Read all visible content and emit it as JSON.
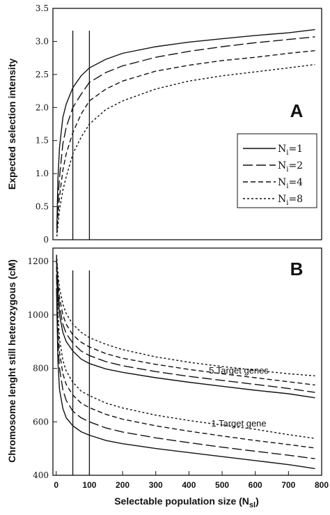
{
  "chart_data": [
    {
      "type": "line",
      "panel_label": "A",
      "ylabel": "Expected selection intensity",
      "ylim": [
        0,
        3.5
      ],
      "yticks": [
        "0",
        "0.5",
        "1.0",
        "1.5",
        "2.0",
        "2.5",
        "3.0",
        "3.5"
      ],
      "xlim": [
        -10,
        800
      ],
      "vertical_lines_x": [
        50,
        100
      ],
      "legend": {
        "placement": "right",
        "entries": [
          {
            "label_main": "N",
            "label_sub": "i",
            "label_rest": "=1",
            "dash": "solid"
          },
          {
            "label_main": "N",
            "label_sub": "i",
            "label_rest": "=2",
            "dash": "long-dash"
          },
          {
            "label_main": "N",
            "label_sub": "i",
            "label_rest": "=4",
            "dash": "medium-dash"
          },
          {
            "label_main": "N",
            "label_sub": "i",
            "label_rest": "=8",
            "dash": "short-dash"
          }
        ]
      },
      "series": [
        {
          "name": "Ni=1",
          "dash": "solid",
          "points": [
            [
              2,
              0.2
            ],
            [
              5,
              0.9
            ],
            [
              10,
              1.4
            ],
            [
              20,
              1.85
            ],
            [
              30,
              2.05
            ],
            [
              50,
              2.3
            ],
            [
              75,
              2.48
            ],
            [
              100,
              2.6
            ],
            [
              150,
              2.73
            ],
            [
              200,
              2.82
            ],
            [
              300,
              2.92
            ],
            [
              400,
              2.99
            ],
            [
              500,
              3.04
            ],
            [
              600,
              3.09
            ],
            [
              700,
              3.13
            ],
            [
              780,
              3.18
            ]
          ]
        },
        {
          "name": "Ni=2",
          "dash": "long-dash",
          "points": [
            [
              2,
              0.15
            ],
            [
              5,
              0.55
            ],
            [
              10,
              0.95
            ],
            [
              20,
              1.45
            ],
            [
              30,
              1.7
            ],
            [
              50,
              2.0
            ],
            [
              75,
              2.2
            ],
            [
              100,
              2.38
            ],
            [
              150,
              2.53
            ],
            [
              200,
              2.63
            ],
            [
              300,
              2.76
            ],
            [
              400,
              2.85
            ],
            [
              500,
              2.92
            ],
            [
              600,
              2.98
            ],
            [
              700,
              3.03
            ],
            [
              780,
              3.07
            ]
          ]
        },
        {
          "name": "Ni=4",
          "dash": "medium-dash",
          "points": [
            [
              2,
              0.1
            ],
            [
              5,
              0.35
            ],
            [
              10,
              0.65
            ],
            [
              20,
              1.05
            ],
            [
              30,
              1.3
            ],
            [
              50,
              1.62
            ],
            [
              75,
              1.9
            ],
            [
              100,
              2.1
            ],
            [
              150,
              2.28
            ],
            [
              200,
              2.4
            ],
            [
              300,
              2.55
            ],
            [
              400,
              2.64
            ],
            [
              500,
              2.71
            ],
            [
              600,
              2.76
            ],
            [
              700,
              2.82
            ],
            [
              780,
              2.86
            ]
          ]
        },
        {
          "name": "Ni=8",
          "dash": "short-dash",
          "points": [
            [
              2,
              0.05
            ],
            [
              5,
              0.2
            ],
            [
              10,
              0.45
            ],
            [
              20,
              0.75
            ],
            [
              30,
              0.95
            ],
            [
              50,
              1.3
            ],
            [
              75,
              1.55
            ],
            [
              100,
              1.75
            ],
            [
              150,
              1.97
            ],
            [
              200,
              2.1
            ],
            [
              300,
              2.28
            ],
            [
              400,
              2.4
            ],
            [
              500,
              2.48
            ],
            [
              600,
              2.54
            ],
            [
              700,
              2.6
            ],
            [
              780,
              2.65
            ]
          ]
        }
      ]
    },
    {
      "type": "line",
      "panel_label": "B",
      "ylabel": "Chromosome lenght still heterozygous  (cM)",
      "xlabel_main": "Selectable population size (N",
      "xlabel_sub": "sl",
      "xlabel_end": ")",
      "ylim": [
        400,
        1250
      ],
      "yticks": [
        "400",
        "600",
        "800",
        "1000",
        "1200"
      ],
      "xlim": [
        -10,
        800
      ],
      "xticks": [
        "0",
        "100",
        "200",
        "300",
        "400",
        "500",
        "600",
        "700",
        "800"
      ],
      "vertical_lines_x": [
        50,
        100
      ],
      "annotations": [
        "5 Target genes",
        "1 Target gene"
      ],
      "series": [
        {
          "name": "Ni=1, 5 Target genes",
          "dash": "solid",
          "points": [
            [
              1,
              1210
            ],
            [
              5,
              1080
            ],
            [
              10,
              1000
            ],
            [
              20,
              935
            ],
            [
              30,
              900
            ],
            [
              50,
              865
            ],
            [
              75,
              835
            ],
            [
              100,
              818
            ],
            [
              150,
              798
            ],
            [
              200,
              785
            ],
            [
              300,
              765
            ],
            [
              400,
              748
            ],
            [
              500,
              733
            ],
            [
              600,
              718
            ],
            [
              700,
              705
            ],
            [
              780,
              690
            ]
          ]
        },
        {
          "name": "Ni=2, 5 Target genes",
          "dash": "long-dash",
          "points": [
            [
              1,
              1215
            ],
            [
              5,
              1100
            ],
            [
              10,
              1030
            ],
            [
              20,
              965
            ],
            [
              30,
              930
            ],
            [
              50,
              895
            ],
            [
              75,
              865
            ],
            [
              100,
              848
            ],
            [
              150,
              825
            ],
            [
              200,
              810
            ],
            [
              300,
              788
            ],
            [
              400,
              770
            ],
            [
              500,
              755
            ],
            [
              600,
              740
            ],
            [
              700,
              725
            ],
            [
              780,
              710
            ]
          ]
        },
        {
          "name": "Ni=4, 5 Target genes",
          "dash": "medium-dash",
          "points": [
            [
              1,
              1220
            ],
            [
              5,
              1130
            ],
            [
              10,
              1065
            ],
            [
              20,
              1000
            ],
            [
              30,
              965
            ],
            [
              50,
              925
            ],
            [
              75,
              898
            ],
            [
              100,
              880
            ],
            [
              150,
              855
            ],
            [
              200,
              838
            ],
            [
              300,
              815
            ],
            [
              400,
              796
            ],
            [
              500,
              780
            ],
            [
              600,
              765
            ],
            [
              700,
              750
            ],
            [
              780,
              738
            ]
          ]
        },
        {
          "name": "Ni=8, 5 Target genes",
          "dash": "short-dash",
          "points": [
            [
              1,
              1225
            ],
            [
              5,
              1160
            ],
            [
              10,
              1100
            ],
            [
              20,
              1040
            ],
            [
              30,
              1005
            ],
            [
              50,
              965
            ],
            [
              75,
              935
            ],
            [
              100,
              915
            ],
            [
              150,
              890
            ],
            [
              200,
              870
            ],
            [
              300,
              843
            ],
            [
              400,
              823
            ],
            [
              500,
              807
            ],
            [
              600,
              793
            ],
            [
              700,
              780
            ],
            [
              780,
              772
            ]
          ]
        },
        {
          "name": "Ni=1, 1 Target gene",
          "dash": "solid",
          "points": [
            [
              1,
              1100
            ],
            [
              5,
              830
            ],
            [
              10,
              720
            ],
            [
              20,
              650
            ],
            [
              30,
              615
            ],
            [
              50,
              585
            ],
            [
              75,
              563
            ],
            [
              100,
              550
            ],
            [
              150,
              530
            ],
            [
              200,
              518
            ],
            [
              300,
              500
            ],
            [
              400,
              485
            ],
            [
              500,
              470
            ],
            [
              600,
              455
            ],
            [
              700,
              440
            ],
            [
              780,
              425
            ]
          ]
        },
        {
          "name": "Ni=2, 1 Target gene",
          "dash": "long-dash",
          "points": [
            [
              1,
              1150
            ],
            [
              5,
              900
            ],
            [
              10,
              800
            ],
            [
              20,
              720
            ],
            [
              30,
              680
            ],
            [
              50,
              640
            ],
            [
              75,
              615
            ],
            [
              100,
              600
            ],
            [
              150,
              577
            ],
            [
              200,
              562
            ],
            [
              300,
              540
            ],
            [
              400,
              522
            ],
            [
              500,
              505
            ],
            [
              600,
              490
            ],
            [
              700,
              475
            ],
            [
              780,
              462
            ]
          ]
        },
        {
          "name": "Ni=4, 1 Target gene",
          "dash": "medium-dash",
          "points": [
            [
              1,
              1180
            ],
            [
              5,
              960
            ],
            [
              10,
              860
            ],
            [
              20,
              780
            ],
            [
              30,
              740
            ],
            [
              50,
              700
            ],
            [
              75,
              670
            ],
            [
              100,
              653
            ],
            [
              150,
              628
            ],
            [
              200,
              610
            ],
            [
              300,
              585
            ],
            [
              400,
              565
            ],
            [
              500,
              547
            ],
            [
              600,
              530
            ],
            [
              700,
              515
            ],
            [
              780,
              502
            ]
          ]
        },
        {
          "name": "Ni=8, 1 Target gene",
          "dash": "short-dash",
          "points": [
            [
              1,
              1200
            ],
            [
              5,
              1010
            ],
            [
              10,
              910
            ],
            [
              20,
              830
            ],
            [
              30,
              790
            ],
            [
              50,
              748
            ],
            [
              75,
              715
            ],
            [
              100,
              698
            ],
            [
              150,
              670
            ],
            [
              200,
              652
            ],
            [
              300,
              625
            ],
            [
              400,
              605
            ],
            [
              500,
              588
            ],
            [
              600,
              572
            ],
            [
              700,
              552
            ],
            [
              780,
              538
            ]
          ]
        }
      ]
    }
  ]
}
